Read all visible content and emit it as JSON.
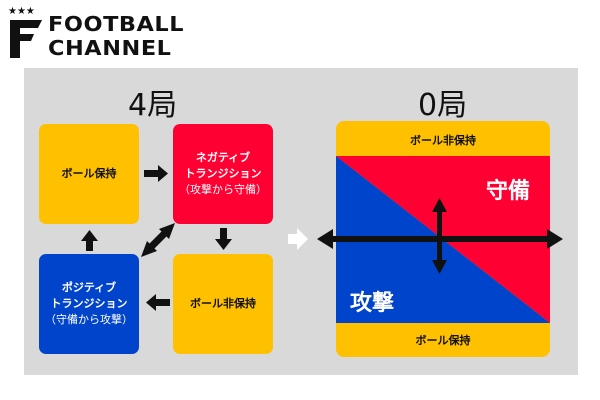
{
  "logo": {
    "line1": "FOOTBALL",
    "line2": "CHANNEL"
  },
  "left": {
    "heading": "4局",
    "box_possession": "ボール保持",
    "box_negative": {
      "line1": "ネガティブ",
      "line2": "トランジション",
      "line3": "（攻撃から守備）"
    },
    "box_non_possession": "ボール非保持",
    "box_positive": {
      "line1": "ポジティブ",
      "line2": "トランジション",
      "line3": "（守備から攻撃）"
    }
  },
  "right": {
    "heading": "0局",
    "top_band": "ボール非保持",
    "bottom_band": "ボール保持",
    "defense_label": "守備",
    "attack_label": "攻撃"
  },
  "colors": {
    "yellow": "#ffc000",
    "red": "#ff0033",
    "blue": "#0044cc",
    "panel": "#d9d9d9"
  }
}
